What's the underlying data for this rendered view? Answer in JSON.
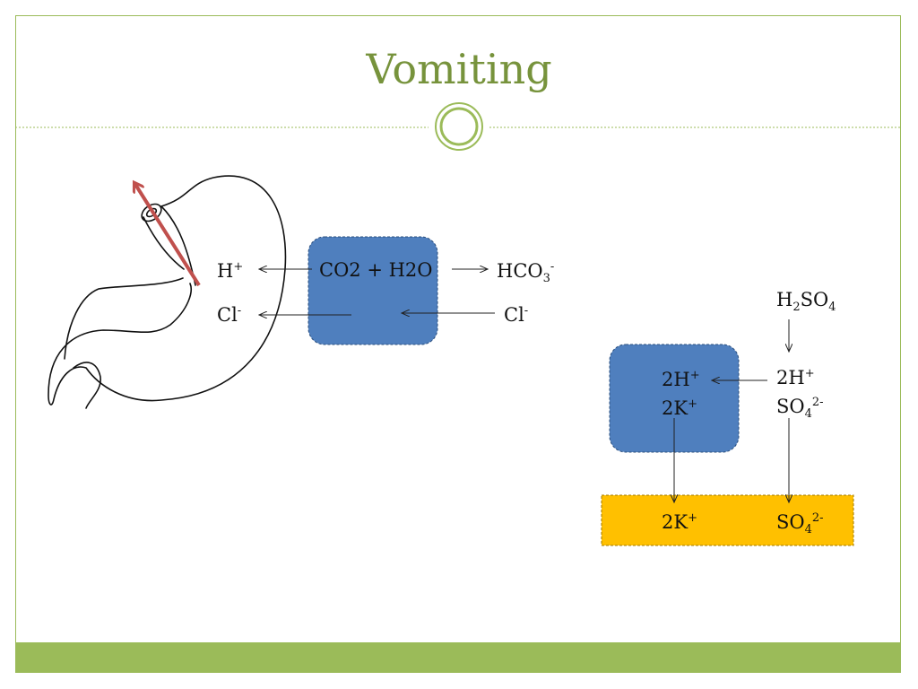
{
  "slide": {
    "title": "Vomiting",
    "colors": {
      "accent_green": "#9bbb59",
      "title_green": "#77933c",
      "box_blue": "#4f7fbe",
      "box_gold": "#ffc000",
      "arrow_red": "#c0504d"
    }
  },
  "diagram": {
    "stomach": {
      "h_base": "H",
      "h_sup": "+",
      "cl_base": "Cl",
      "cl_sup": "-"
    },
    "cell": {
      "reaction": "CO2 + H2O",
      "hco3_base": "HCO",
      "hco3_sub": "3",
      "hco3_sup": "-",
      "cl_base": "Cl",
      "cl_sup": "-"
    },
    "kidney": {
      "h2so4": {
        "a": "H",
        "sub1": "2",
        "b": "SO",
        "sub2": "4"
      },
      "tubule_h": {
        "base": "2H",
        "sup": "+"
      },
      "tubule_so4": {
        "base": "SO",
        "sub": "4",
        "sup": "2-"
      },
      "cell_h": {
        "base": "2H",
        "sup": "+"
      },
      "cell_k": {
        "base": "2K",
        "sup": "+"
      },
      "urine_k": {
        "base": "2K",
        "sup": "+"
      },
      "urine_so4": {
        "base": "SO",
        "sub": "4",
        "sup": "2-"
      }
    }
  }
}
